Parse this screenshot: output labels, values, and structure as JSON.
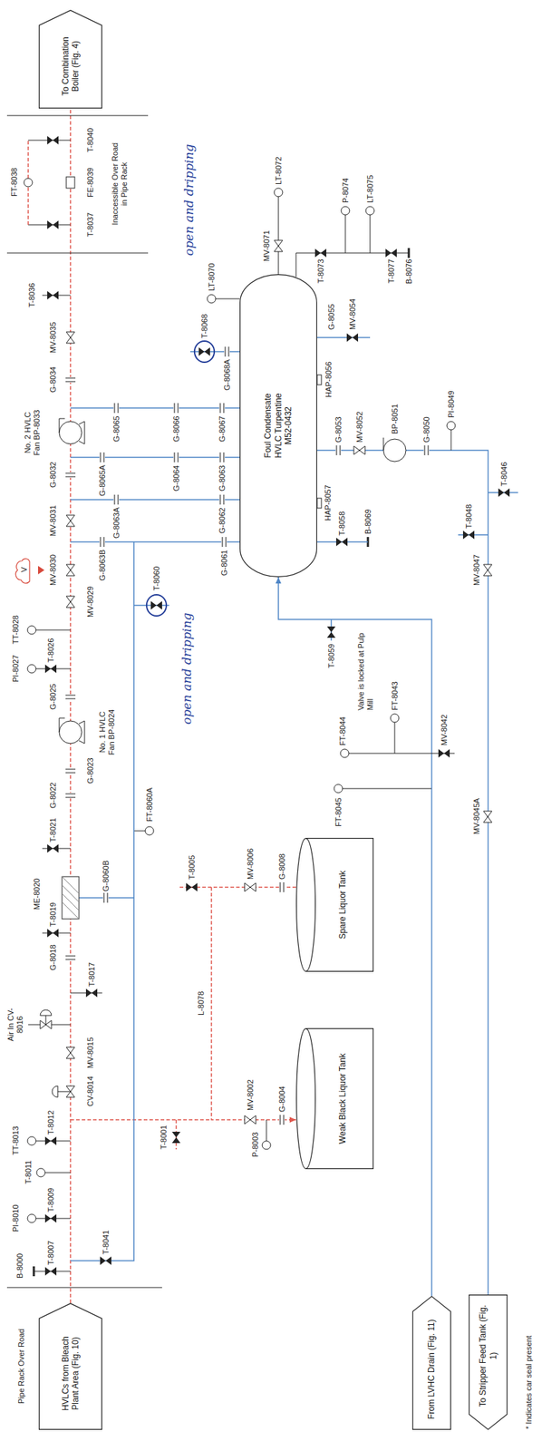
{
  "diagram": {
    "nodes": [
      {
        "text": [
          "HVLCs from Bleach Plant Area (Fig. 10)"
        ]
      },
      {
        "text": [
          "To Combination Boiler (Fig. 4)"
        ]
      },
      {
        "text": [
          "Weak Black Liquor Tank"
        ]
      },
      {
        "text": [
          "Spare Liquor Tank"
        ]
      },
      {
        "text": [
          "Foul Condensate HVLC Turpentine M52-0432"
        ]
      },
      {
        "text": [
          "From LVHC Drain (Fig. 11)"
        ]
      },
      {
        "text": [
          "To Stripper Feed Tank (Fig. 1)"
        ]
      }
    ],
    "edges": [
      {
        "from": 0,
        "to": 1,
        "arrow": "none"
      },
      {
        "from": 5,
        "to": 4,
        "arrow": "to"
      },
      {
        "from": 4,
        "to": 6,
        "arrow": "none"
      },
      {
        "from": 3,
        "to": 2,
        "arrow": "to"
      }
    ],
    "labels": [
      "Pipe Rack Over Road",
      "B-8000",
      "T-8007",
      "T-8041",
      "PI-8010",
      "T-8009",
      "T-8011",
      "TT-8013",
      "T-8012",
      "CV-8014",
      "MV-8015",
      "Air In CV-8016",
      "T-8017",
      "G-8018",
      "T-8019",
      "ME-8020",
      "G-8060B",
      "T-8021",
      "FT-8060A",
      "G-8022",
      "G-8023",
      "No. 1 HVLC Fan BP-8024",
      "G-8025",
      "PI-8027",
      "T-8026",
      "TT-8028",
      "MV-8029",
      "V",
      "MV-8030",
      "T-8060",
      "open and dripping",
      "G-8063B",
      "G-8061",
      "MV-8031",
      "G-8063A",
      "G-8062",
      "G-8032",
      "G-8065A",
      "G-8064",
      "G-8063",
      "No. 2 HVLC Fan BP-8033",
      "G-8065",
      "G-8066",
      "G-8067",
      "G-8034",
      "MV-8035",
      "T-8036",
      "T-8068",
      "G-8068A",
      "LT-8070",
      "open and dripping",
      "Inaccessible Over Road in Pipe Rack",
      "T-8037",
      "FT-8038",
      "FE-8039",
      "T-8040",
      "T-8001",
      "MV-8002",
      "P-8003",
      "G-8004",
      "L-8078",
      "T-8005",
      "MV-8006",
      "G-8008",
      "FT-8045",
      "FT-8044",
      "FT-8043",
      "Valve is locked at Pulp Mill",
      "MV-8042",
      "T-8059",
      "HAP-8057",
      "T-8058",
      "B-8069",
      "G-8053",
      "MV-8052",
      "BP-8051",
      "G-8050",
      "PI-8049",
      "HAP-8056",
      "G-8055",
      "MV-8054",
      "MV-8071",
      "LT-8072",
      "T-8073",
      "P-8074",
      "LT-8075",
      "T-8077",
      "B-8076",
      "MV-8045A",
      "MV-8047",
      "T-8048",
      "T-8046",
      "* Indicates car seal present"
    ]
  }
}
